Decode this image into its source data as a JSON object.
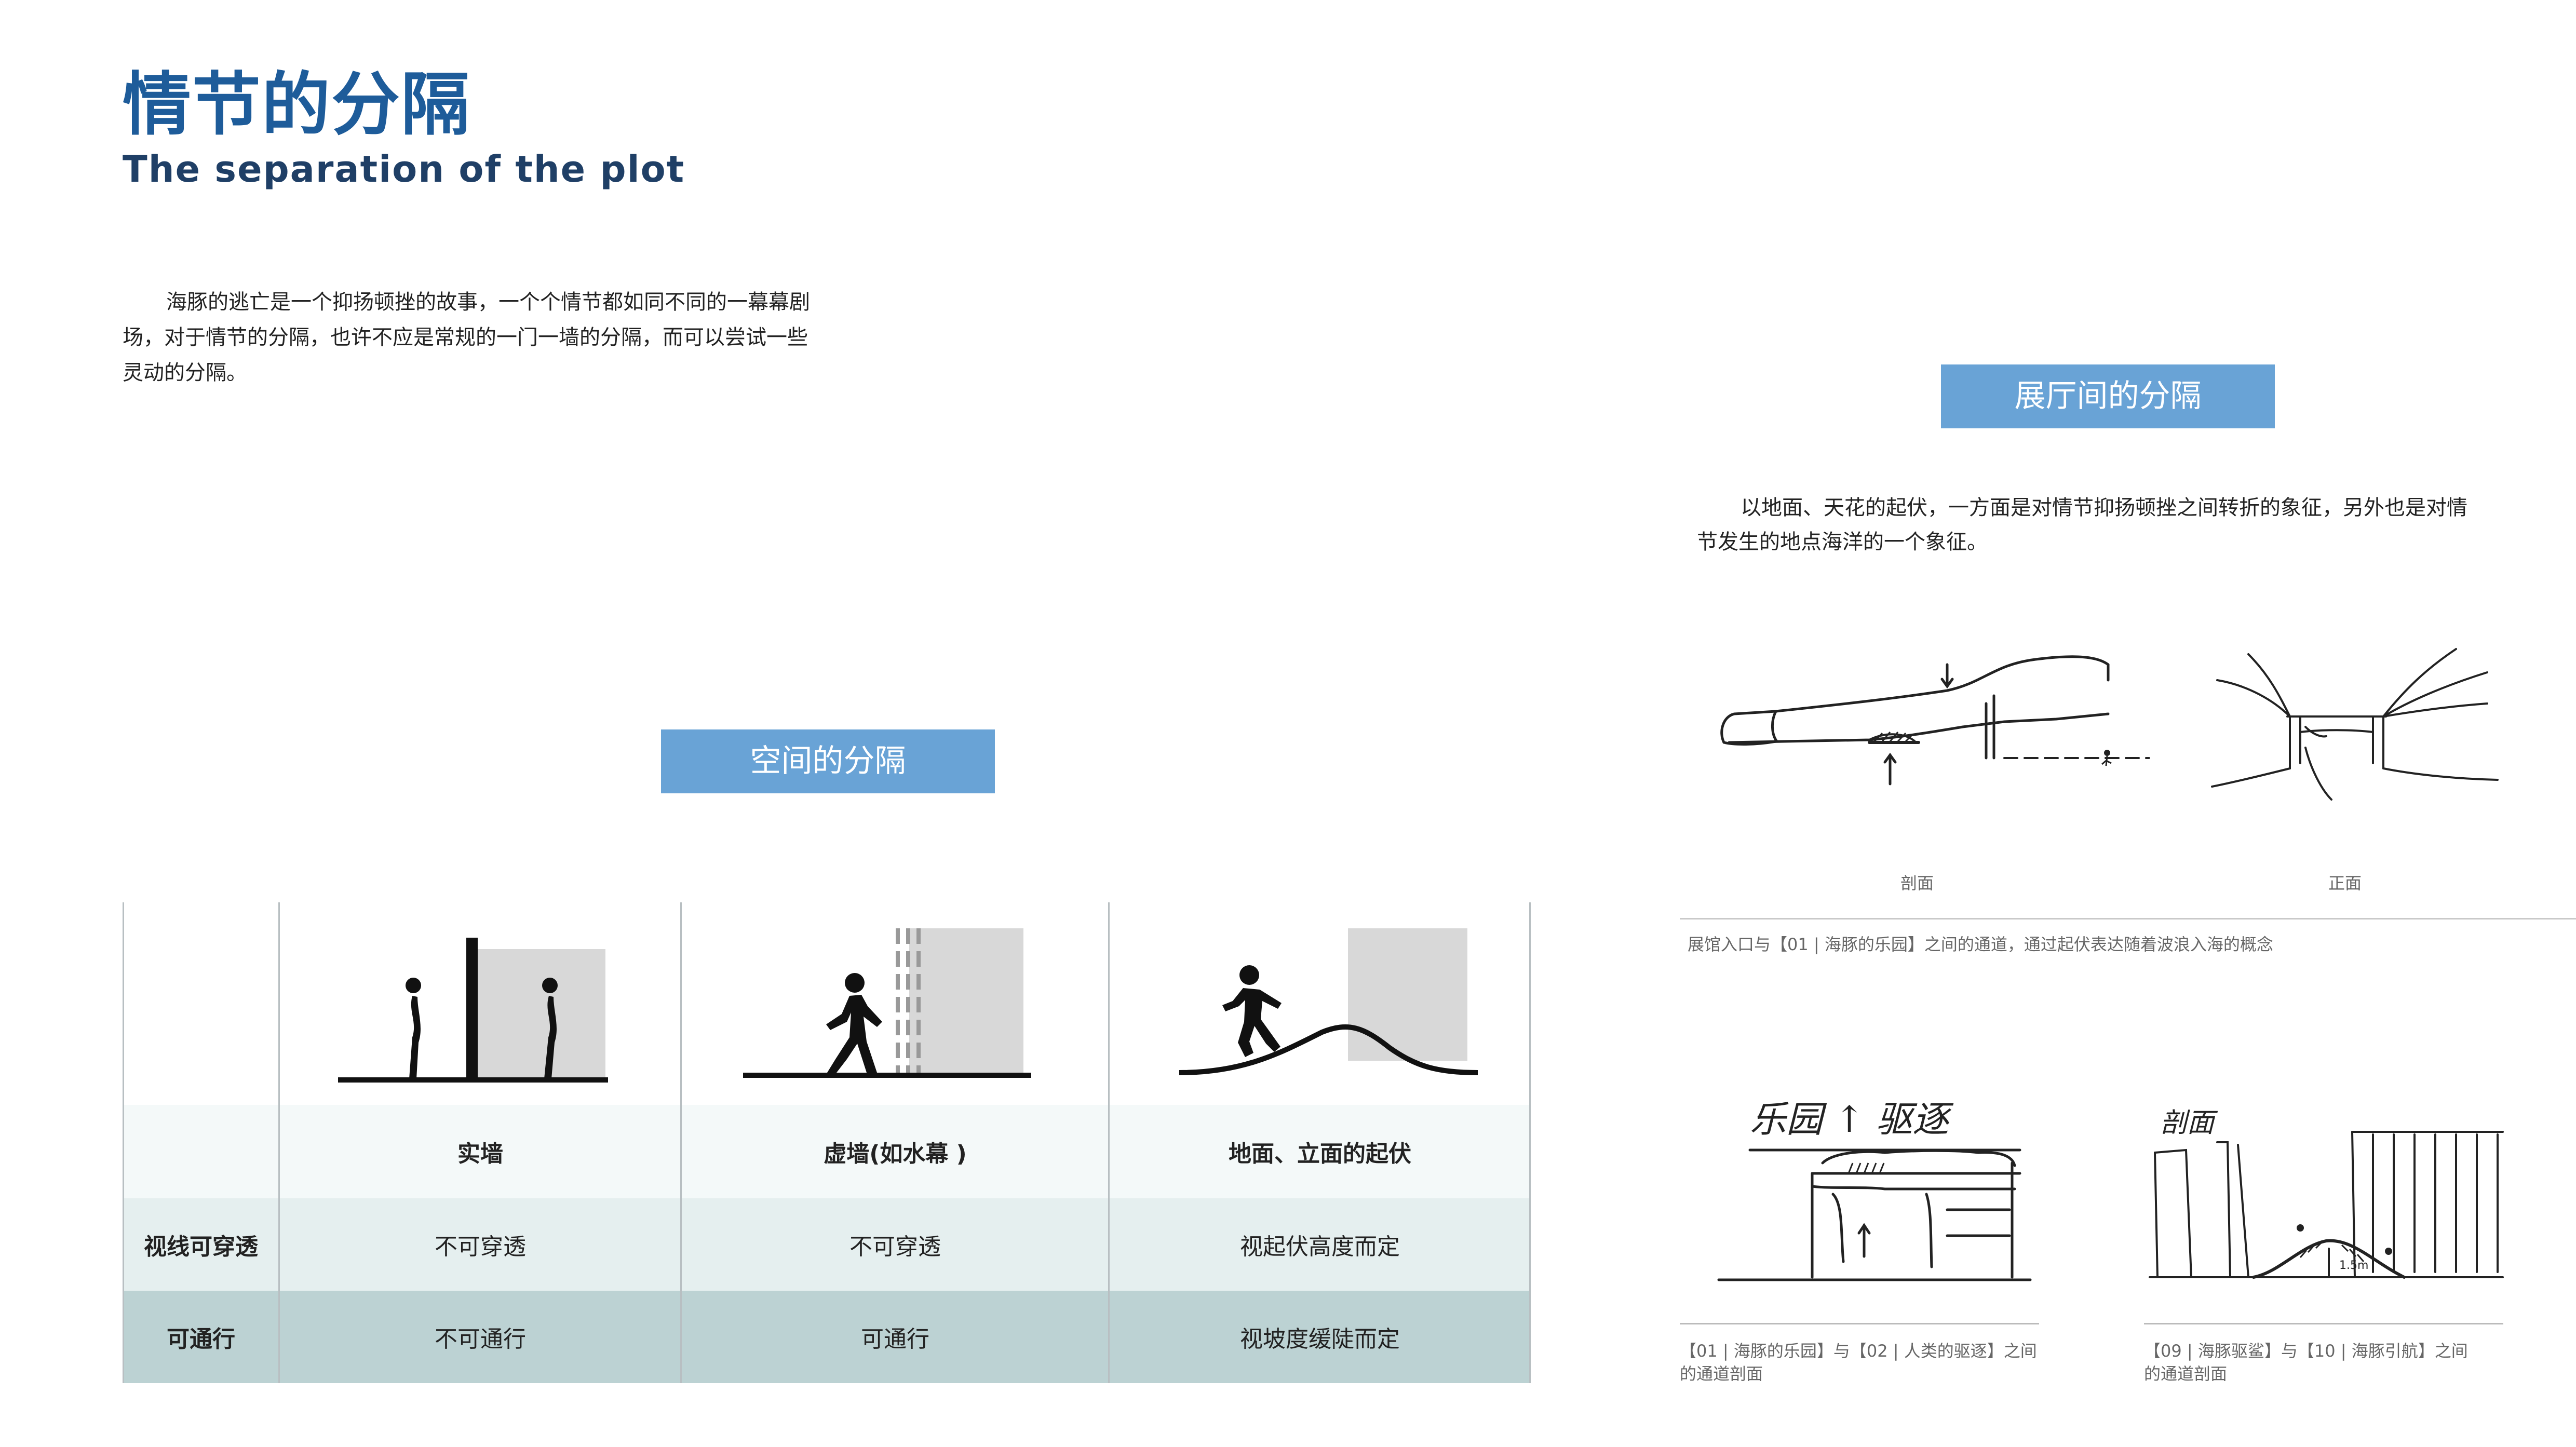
{
  "header": {
    "title_cn": "情节的分隔",
    "title_en": "The separation of the plot"
  },
  "intro": {
    "lines": [
      "海豚的逃亡是一个抑扬顿挫的故事，一个个情节都如同不同的一幕幕剧",
      "场，对于情节的分隔，也许不应是常规的一门一墙的分隔，而可以尝试一些",
      "灵动的分隔。"
    ]
  },
  "space_section": {
    "banner": "空间的分隔",
    "table": {
      "columns": [
        "实墙",
        "虚墙(如水幕 )",
        "地面、立面的起伏"
      ],
      "rows": [
        {
          "label": "视线可穿透",
          "values": [
            "不可穿透",
            "不可穿透",
            "视起伏高度而定"
          ]
        },
        {
          "label": "可通行",
          "values": [
            "不可通行",
            "可通行",
            "视坡度缓陡而定"
          ]
        }
      ]
    }
  },
  "hall_section": {
    "banner": "展厅间的分隔",
    "desc_lines": [
      "以地面、天花的起伏，一方面是对情节抑扬顿挫之间转折的象征，另外也是对情",
      "节发生的地点海洋的一个象征。"
    ],
    "sketch_labels": {
      "section": "剖面",
      "front": "正面"
    },
    "top_caption": "展馆入口与【01 | 海豚的乐园】之间的通道，通过起伏表达随着波浪入海的概念",
    "caption_left": [
      "【01 | 海豚的乐园】与【02 | 人类的驱逐】之间",
      "的通道剖面"
    ],
    "caption_right": [
      "【09 | 海豚驱鲨】与【10 | 海豚引航】之间",
      "的通道剖面"
    ],
    "handwritten_left": "乐园 ↑ 驱逐",
    "handwritten_right": "剖面",
    "handwritten_measure": "1.5m"
  },
  "colors": {
    "title": "#1e5c9a",
    "subtitle": "#1f3f66",
    "banner": "#69a3d6",
    "row_light": "#f4f9f9",
    "row_mid": "#e5efef",
    "row_dark": "#bcd2d3",
    "wall_gray": "#d8d8d8"
  }
}
